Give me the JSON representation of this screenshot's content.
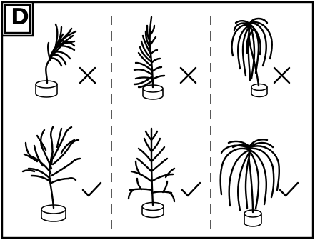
{
  "panel": {
    "label": "D",
    "colors": {
      "ink": "#000000",
      "background": "#ffffff"
    }
  },
  "cells": [
    {
      "tree": "bent-tree",
      "mark": "cross"
    },
    {
      "tree": "one-sided-tree",
      "mark": "cross"
    },
    {
      "tree": "clumped-willow",
      "mark": "cross"
    },
    {
      "tree": "spread-tree",
      "mark": "check"
    },
    {
      "tree": "symmetric-tree",
      "mark": "check"
    },
    {
      "tree": "spread-willow",
      "mark": "check"
    }
  ]
}
